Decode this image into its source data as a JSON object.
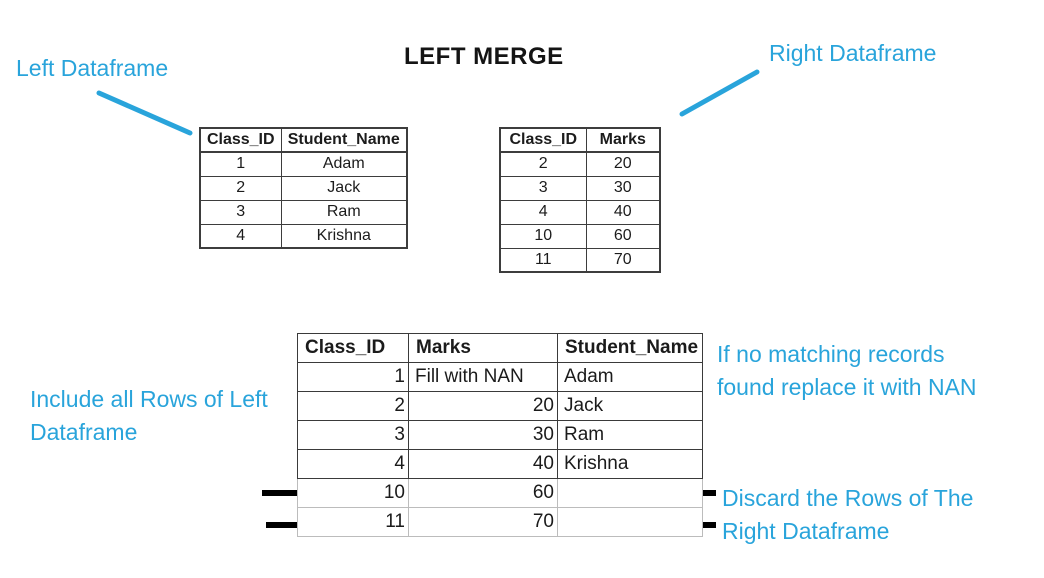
{
  "title": "LEFT MERGE",
  "colors": {
    "accent": "#29a4db",
    "strike": "#000000",
    "table_border": "#3d3d3d",
    "faded_border": "#bcbcbc"
  },
  "annotations": {
    "left_label": "Left Dataframe",
    "right_label": "Right Dataframe",
    "include_note": {
      "line1": "Include all Rows of Left",
      "line2": "Dataframe"
    },
    "nan_note": {
      "line1": "If no matching records",
      "line2": "found replace it with NAN"
    },
    "discard_note": {
      "line1": "Discard the Rows of The",
      "line2": "Right Dataframe"
    }
  },
  "left_table": {
    "headers": [
      "Class_ID",
      "Student_Name"
    ],
    "rows": [
      [
        "1",
        "Adam"
      ],
      [
        "2",
        "Jack"
      ],
      [
        "3",
        "Ram"
      ],
      [
        "4",
        "Krishna"
      ]
    ]
  },
  "right_table": {
    "headers": [
      "Class_ID",
      "Marks"
    ],
    "rows": [
      [
        "2",
        "20"
      ],
      [
        "3",
        "30"
      ],
      [
        "4",
        "40"
      ],
      [
        "10",
        "60"
      ],
      [
        "11",
        "70"
      ]
    ]
  },
  "merged_table": {
    "headers": [
      "Class_ID",
      "Marks",
      "Student_Name"
    ],
    "rows": [
      [
        "1",
        "Fill with NAN",
        "Adam"
      ],
      [
        "2",
        "20",
        "Jack"
      ],
      [
        "3",
        "30",
        "Ram"
      ],
      [
        "4",
        "40",
        "Krishna"
      ],
      [
        "10",
        "60",
        ""
      ],
      [
        "11",
        "70",
        ""
      ]
    ],
    "struck_row_indexes": [
      4,
      5
    ]
  }
}
